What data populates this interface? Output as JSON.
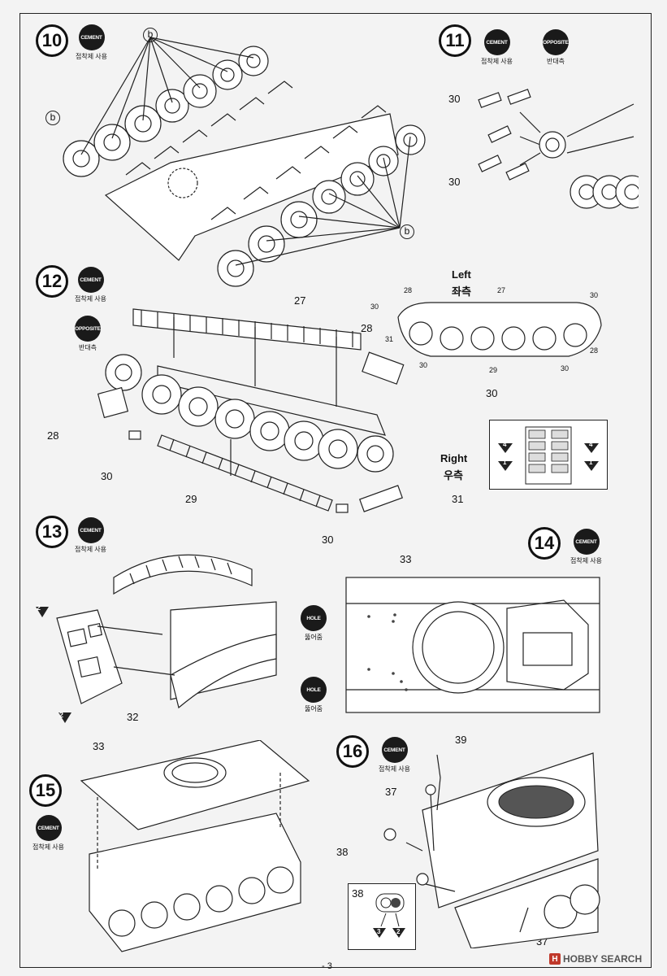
{
  "badges": {
    "cement": "CEMENT",
    "cement_caption": "접착제 사용",
    "opposite": "OPPOSITE",
    "opposite_caption": "반대측",
    "hole": "HOLE",
    "hole_caption": "뚫어줌"
  },
  "steps": {
    "s10": {
      "number": "10",
      "callout": "b"
    },
    "s11": {
      "number": "11",
      "parts": [
        "30",
        "30"
      ]
    },
    "s12": {
      "number": "12",
      "parts": {
        "p27": "27",
        "p28a": "28",
        "p28b": "28",
        "p30a": "30",
        "p30b": "30",
        "p29": "29",
        "p31": "31",
        "p30c": "30"
      },
      "left_en": "Left",
      "left_kr": "좌측",
      "right_en": "Right",
      "right_kr": "우측",
      "left_parts": {
        "a": "28",
        "b": "27",
        "c": "30",
        "d": "30",
        "e": "31",
        "f": "30",
        "g": "29",
        "h": "30",
        "i": "28"
      },
      "inset_marks": [
        "4",
        "1",
        "4",
        "1"
      ]
    },
    "s13": {
      "number": "13",
      "parts": {
        "p32": "32"
      },
      "marks": [
        "2",
        "2"
      ]
    },
    "s14": {
      "number": "14",
      "parts": {
        "p33": "33"
      }
    },
    "s15": {
      "number": "15",
      "parts": {
        "p33": "33"
      }
    },
    "s16": {
      "number": "16",
      "parts": {
        "p39": "39",
        "p37a": "37",
        "p38": "38",
        "p37b": "37"
      },
      "inset": {
        "label": "38",
        "marks": [
          "3",
          "2"
        ]
      }
    }
  },
  "footer": {
    "page": "- 3",
    "watermark": "HOBBY SEARCH"
  }
}
